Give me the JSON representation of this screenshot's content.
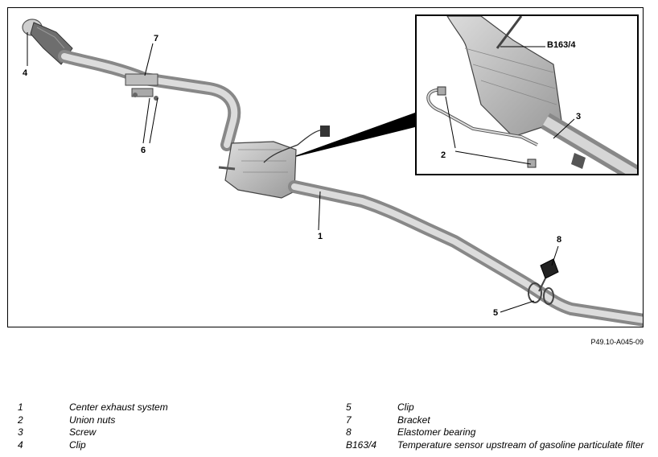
{
  "callouts": {
    "c1": "1",
    "c4": "4",
    "c5": "5",
    "c6": "6",
    "c7": "7",
    "c8": "8",
    "inset_b163": "B163/4",
    "inset_2": "2",
    "inset_3": "3"
  },
  "figure_code": "P49.10-A045-09",
  "legend": {
    "left": [
      {
        "num": "1",
        "text": "Center exhaust system"
      },
      {
        "num": "2",
        "text": "Union nuts"
      },
      {
        "num": "3",
        "text": "Screw"
      },
      {
        "num": "4",
        "text": "Clip"
      }
    ],
    "right": [
      {
        "num": "5",
        "text": "Clip"
      },
      {
        "num": "7",
        "text": "Bracket"
      },
      {
        "num": "8",
        "text": "Elastomer bearing"
      },
      {
        "num": "B163/4",
        "text": "Temperature sensor upstream of gasoline particulate filter"
      }
    ]
  }
}
